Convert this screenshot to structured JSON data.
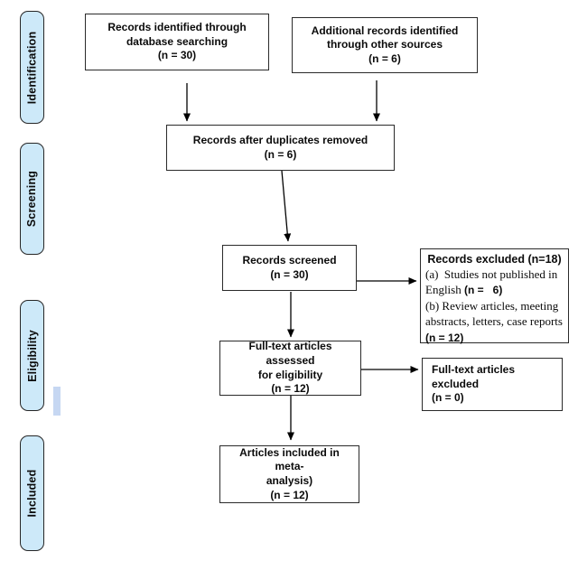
{
  "colors": {
    "stage_fill": "#cde9f9",
    "stage_border": "#262626",
    "box_border": "#2a2a2a",
    "arrow": "#000000",
    "artifact_fill": "#c6d7f2"
  },
  "stages": [
    {
      "label": "Identification"
    },
    {
      "label": "Screening"
    },
    {
      "label": "Eligibility"
    },
    {
      "label": "Included"
    }
  ],
  "boxes": {
    "identified": {
      "lines": [
        "Records identified through",
        "database searching",
        "(n = 30)"
      ]
    },
    "additional": {
      "lines": [
        "Additional records identified",
        "through other sources",
        "(n = 6)"
      ]
    },
    "duplicates_removed": {
      "lines": [
        "Records after duplicates removed",
        "(n = 6)"
      ]
    },
    "screened": {
      "lines": [
        "Records screened",
        "(n = 30)"
      ]
    },
    "records_excluded": {
      "heading": "Records excluded (n=18)",
      "item_a_text": "(a)  Studies not published in English ",
      "item_a_n": "(n =   6)",
      "item_b_text": "(b) Review articles, meeting abstracts, letters, case reports ",
      "item_b_n": "(n = 12)"
    },
    "fulltext_assessed": {
      "lines": [
        "Full-text articles assessed",
        "for eligibility",
        "(n = 12)"
      ]
    },
    "fulltext_excluded": {
      "lines": [
        "Full-text articles excluded",
        "(n = 0)"
      ]
    },
    "included_meta": {
      "lines": [
        "Articles included in meta-",
        "analysis)",
        "(n = 12)"
      ]
    }
  }
}
